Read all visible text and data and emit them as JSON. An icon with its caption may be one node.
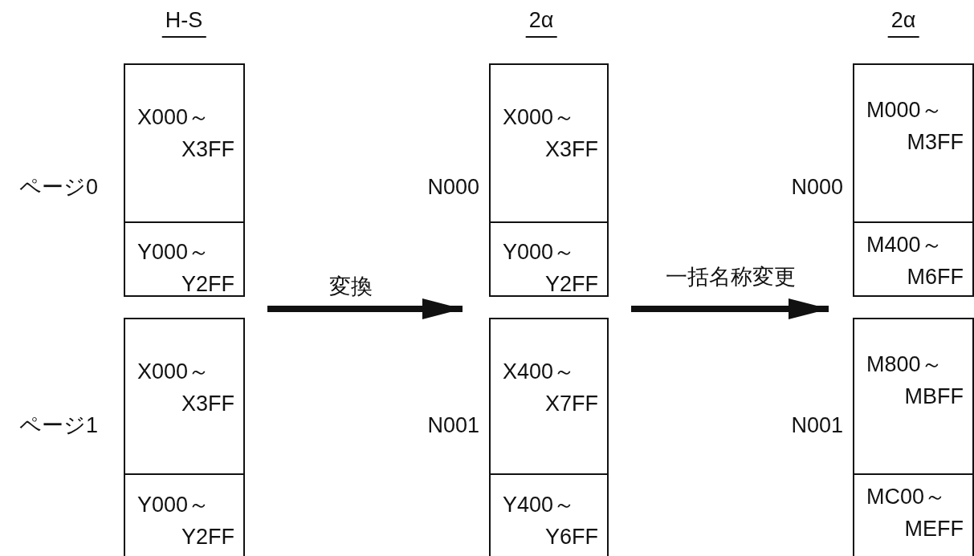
{
  "diagram": {
    "nodes": [
      {
        "text": [
          "H-S"
        ]
      },
      {
        "text": [],
        "shape": "box",
        "in": 0,
        "beside": [
          "ページ0"
        ]
      },
      {
        "text": [
          "X000～ X3FF"
        ],
        "in": 1
      },
      {
        "text": [
          "Y000～ Y2FF"
        ],
        "in": 1
      },
      {
        "text": [],
        "shape": "box",
        "in": 0,
        "beside": [
          "ページ1"
        ]
      },
      {
        "text": [
          "X000～ X3FF"
        ],
        "in": 4
      },
      {
        "text": [
          "Y000～ Y2FF"
        ],
        "in": 4
      },
      {
        "text": [
          "2α"
        ]
      },
      {
        "text": [],
        "shape": "box",
        "in": 7,
        "beside": [
          "N000"
        ]
      },
      {
        "text": [
          "X000～ X3FF"
        ],
        "in": 8
      },
      {
        "text": [
          "Y000～ Y2FF"
        ],
        "in": 8
      },
      {
        "text": [],
        "shape": "box",
        "in": 7,
        "beside": [
          "N001"
        ]
      },
      {
        "text": [
          "X400～ X7FF"
        ],
        "in": 11
      },
      {
        "text": [
          "Y400～ Y6FF"
        ],
        "in": 11
      },
      {
        "text": [
          "2α"
        ]
      },
      {
        "text": [],
        "shape": "box",
        "in": 14,
        "beside": [
          "N000"
        ]
      },
      {
        "text": [
          "M000～ M3FF"
        ],
        "in": 15
      },
      {
        "text": [
          "M400～ M6FF"
        ],
        "in": 15
      },
      {
        "text": [],
        "shape": "box",
        "in": 14,
        "beside": [
          "N001"
        ]
      },
      {
        "text": [
          "M800～ MBFF"
        ],
        "in": 18
      },
      {
        "text": [
          "MC00～ MEFF"
        ],
        "in": 18
      }
    ],
    "edges": [
      {
        "from": 0,
        "to": 7,
        "arrow": "to",
        "label": "変換"
      },
      {
        "from": 7,
        "to": 14,
        "arrow": "to",
        "label": "一括名称変更"
      }
    ]
  }
}
